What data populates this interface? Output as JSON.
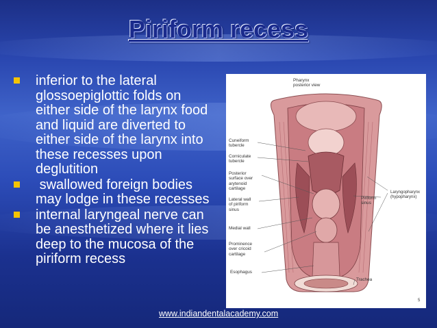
{
  "slide": {
    "title": "Piriform recess",
    "bullets": [
      {
        "text": "inferior to the lateral glossoepiglottic folds on either side of the larynx food and liquid are diverted to either side of the larynx into these recesses upon deglutition"
      },
      {
        "text": " swallowed foreign bodies may lodge in these recesses"
      },
      {
        "text": "internal laryngeal nerve can be anesthetized where it lies deep to the mucosa of the piriform recess"
      }
    ],
    "footer_link": "www.indiandentalacademy.com"
  },
  "figure": {
    "captions": {
      "pharynx_view": "Pharynx\nposterior view",
      "cuneiform": "Cuneiform\ntubercle",
      "corniculate": "Corniculate\ntubercle",
      "posterior_surface": "Posterior\nsurface over\narytenoid\ncartilage",
      "lateral_wall": "Lateral wall\nof piriform\nsinus",
      "medial_wall": "Medial wall",
      "prominence": "Prominence\nover cricoid\ncartilage",
      "esophagus": "Esophagus",
      "piriform_sinus": "Piriform\nsinus",
      "laryngopharynx": "Laryngopharynx\n(hypopharynx)",
      "trachea": "Trachea",
      "figure_number": "5"
    }
  },
  "colors": {
    "title": "#1a2a8c",
    "bullet_marker": "#f5c400",
    "text": "#ffffff",
    "tissue": "#d4898e"
  }
}
